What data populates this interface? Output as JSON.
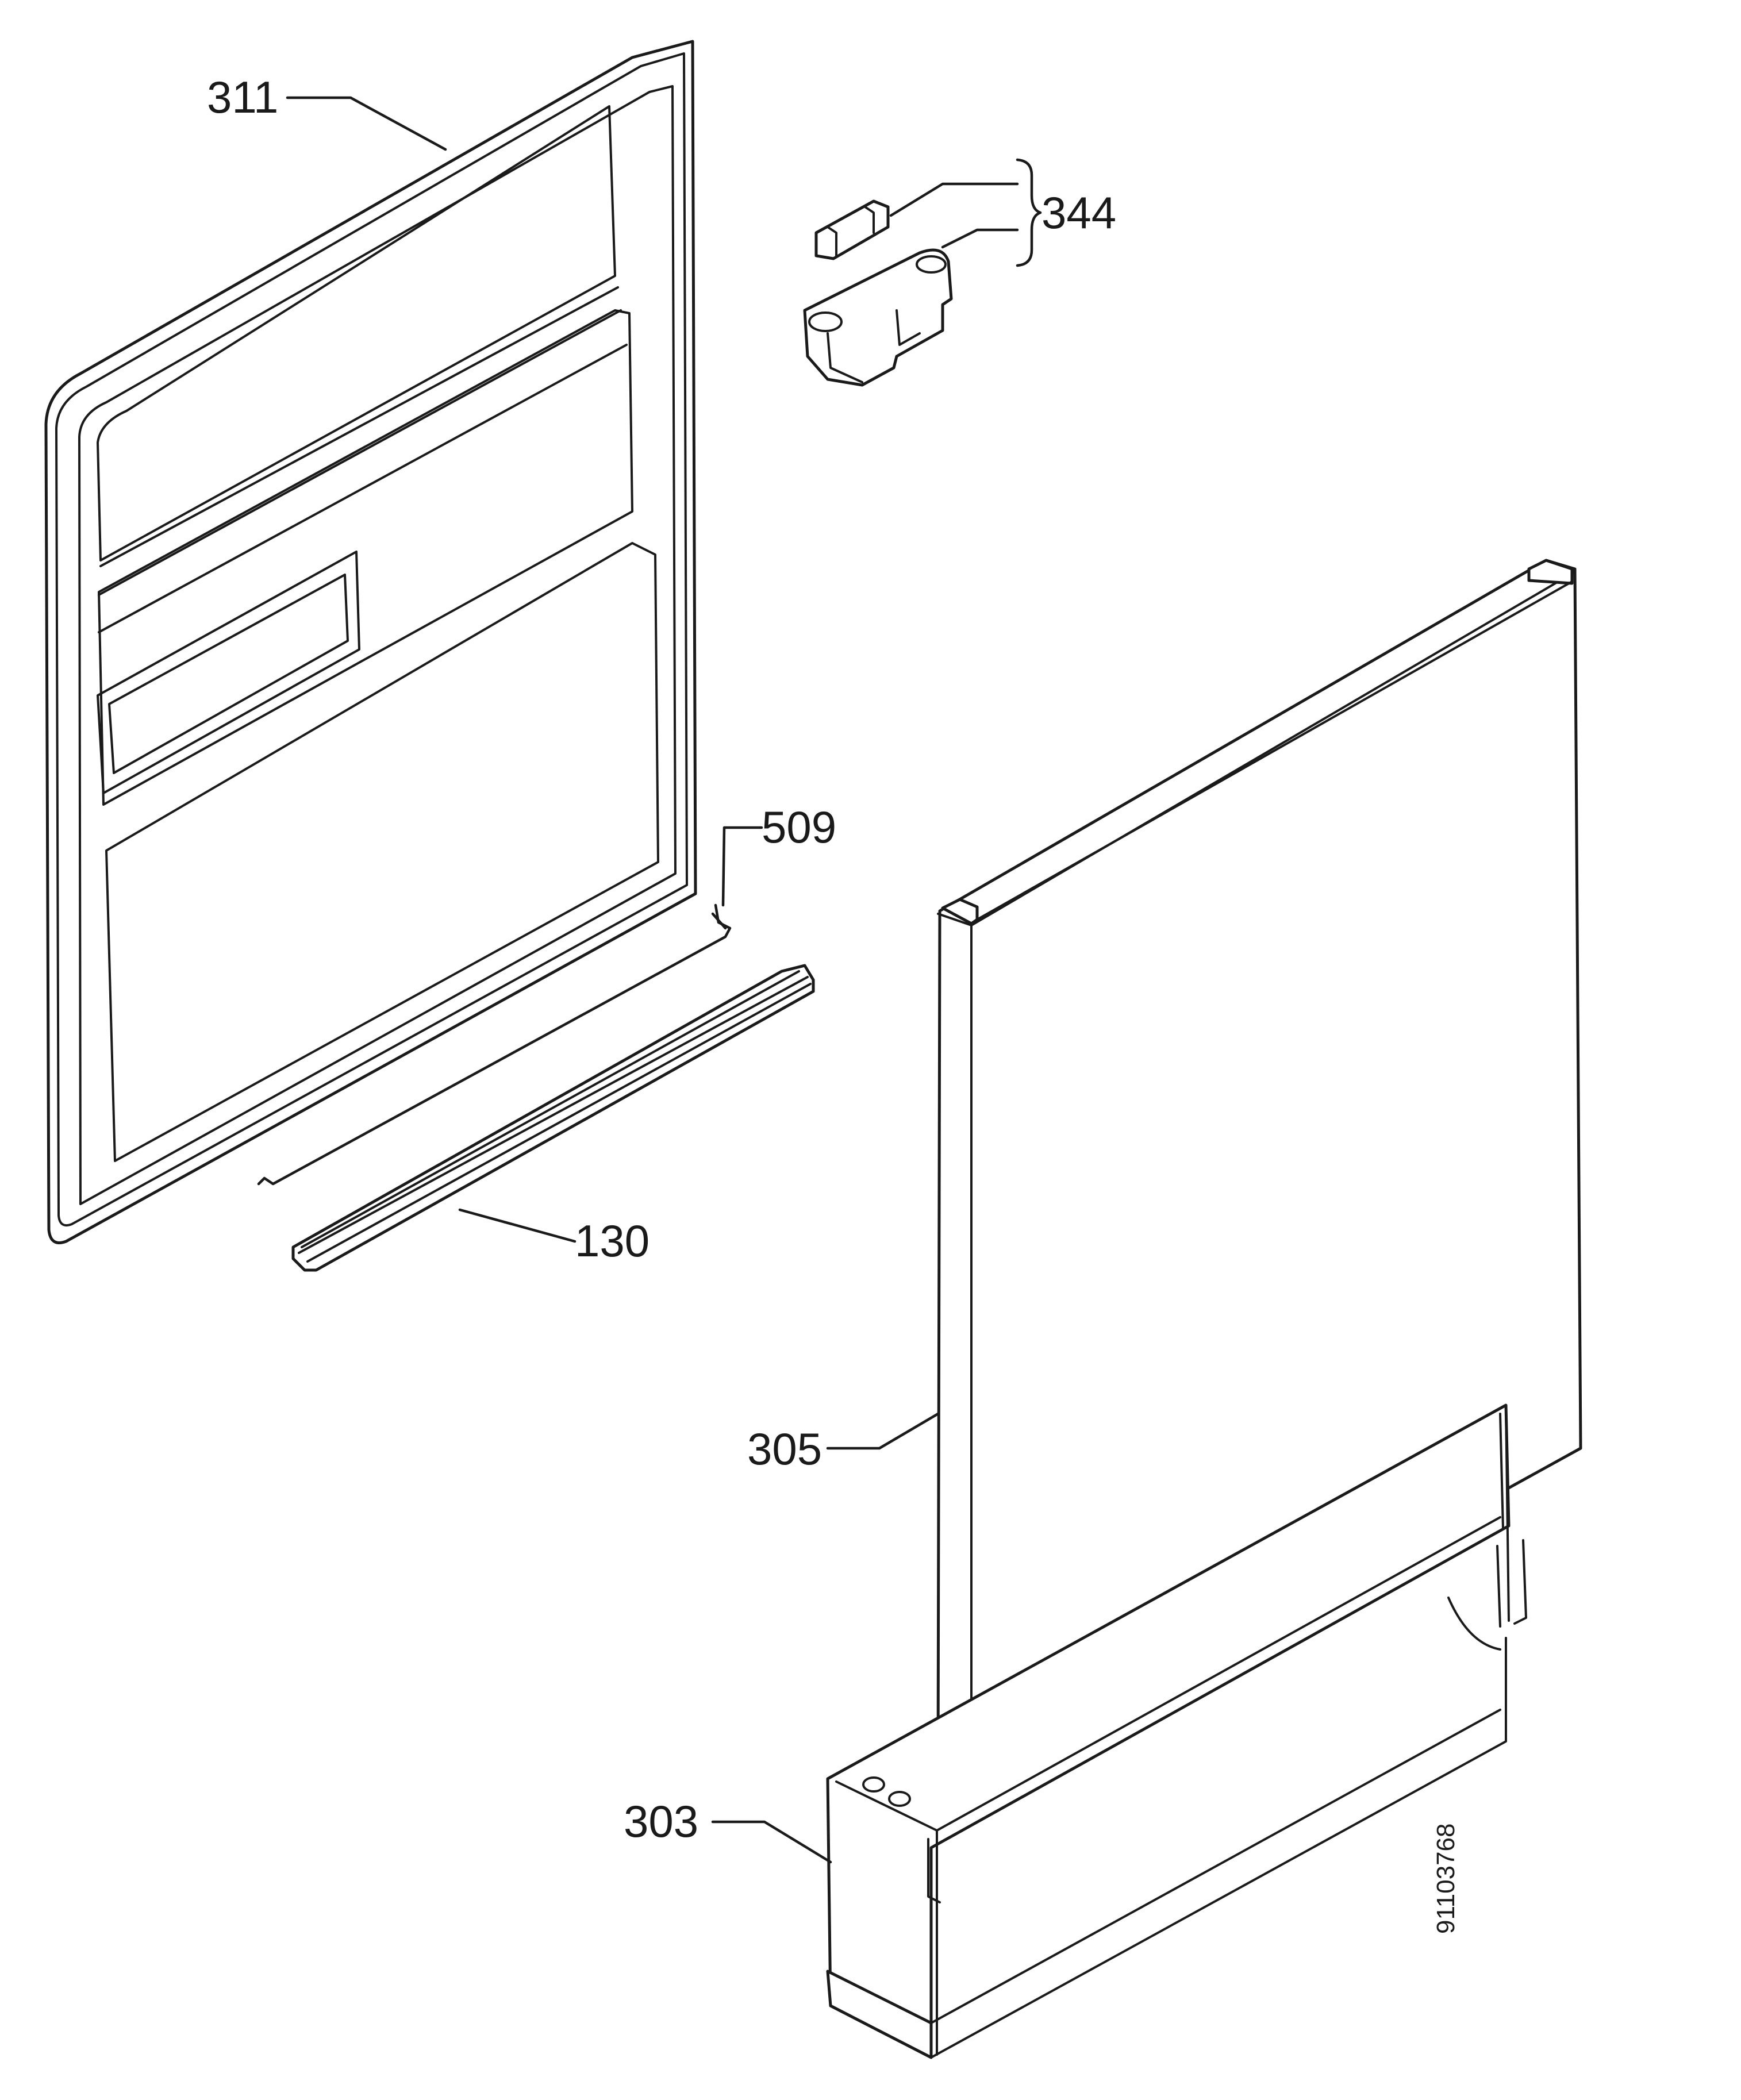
{
  "callouts": {
    "c311": "311",
    "c344": "344",
    "c509": "509",
    "c130": "130",
    "c305": "305",
    "c303": "303"
  },
  "drawing_number": "91103768",
  "colors": {
    "line": "#1a1a1a",
    "background": "#ffffff"
  }
}
